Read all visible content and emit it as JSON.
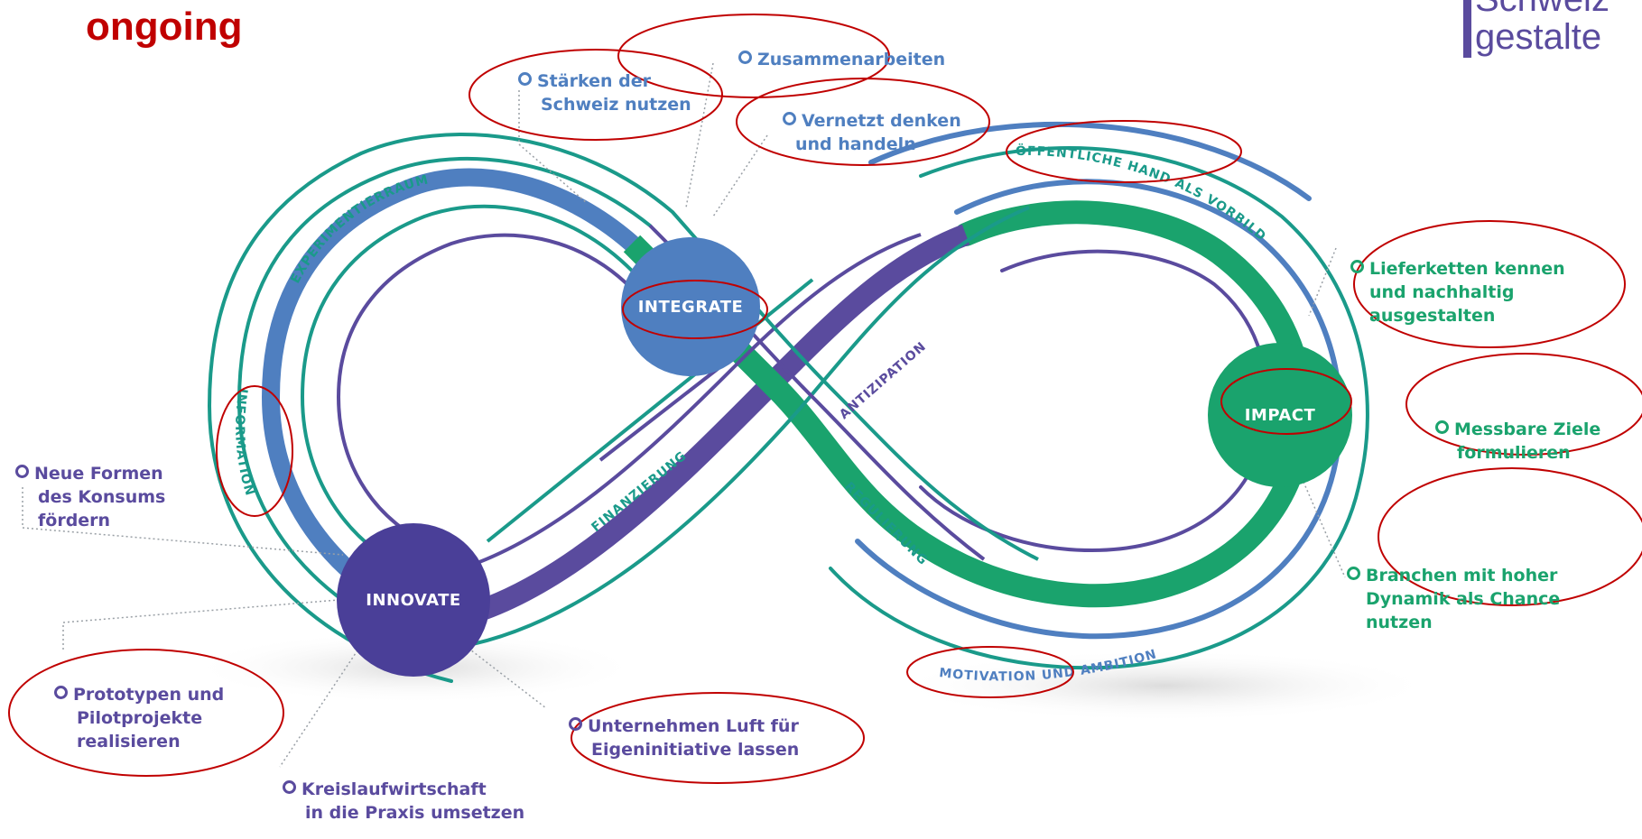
{
  "title": "ongoing",
  "brand": {
    "line1": "Schweiz",
    "line2": "gestalte"
  },
  "nodes": {
    "integrate": "INTEGRATE",
    "impact": "IMPACT",
    "innovate": "INNOVATE"
  },
  "arcs": {
    "experimentierraum": "EXPERIMENTIERRAUM",
    "information": "INFORMATION",
    "finanzierung": "FINANZIERUNG",
    "antizipation": "ANTIZIPATION",
    "regulierung": "REGULIERUNG",
    "oeffentliche": "ÖFFENTLICHE HAND ALS VORBILD",
    "motivation": "MOTIVATION UND AMBITION"
  },
  "labels": {
    "zusammenarbeiten": "Zusammenarbeiten",
    "staerken": [
      "Stärken der",
      "Schweiz nutzen"
    ],
    "vernetzt": [
      "Vernetzt denken",
      "und handeln"
    ],
    "lieferketten": [
      "Lieferketten kennen",
      "und nachhaltig",
      "ausgestalten"
    ],
    "messbare": [
      "Messbare Ziele",
      "formulieren"
    ],
    "branchen": [
      "Branchen mit hoher",
      "Dynamik als Chance",
      "nutzen"
    ],
    "neue_formen": [
      "Neue Formen",
      "des Konsums",
      "fördern"
    ],
    "prototypen": [
      "Prototypen und",
      "Pilotprojekte",
      "realisieren"
    ],
    "unternehmen": [
      "Unternehmen Luft für",
      "Eigeninitiative lassen"
    ],
    "kreislauf": [
      "Kreislaufwirtschaft",
      "in die Praxis umsetzen"
    ]
  },
  "colors": {
    "title": "#c00000",
    "highlight_ellipse": "#c00000",
    "blue": "#4f7fc0",
    "purple": "#5a4b9e",
    "green": "#1aa36d",
    "teal": "#1a9a8a"
  }
}
